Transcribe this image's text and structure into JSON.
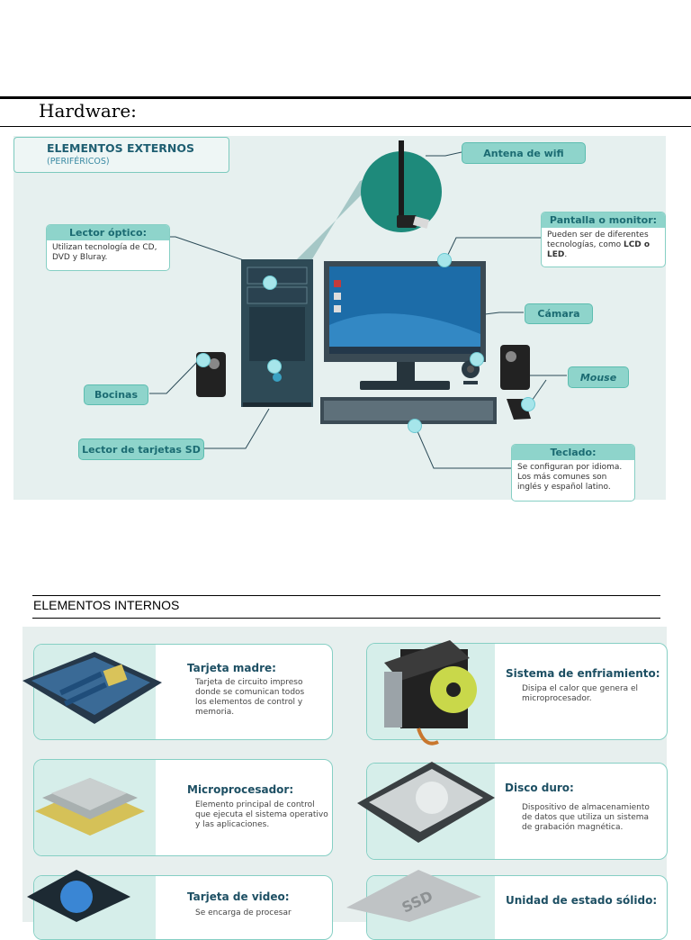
{
  "header": {
    "title": "Hardware:"
  },
  "external": {
    "title": "ELEMENTOS EXTERNOS",
    "subtitle": "(PERIFÉRICOS)",
    "labels": {
      "antena": "Antena de wifi",
      "lector_optico_title": "Lector óptico:",
      "lector_optico_desc": "Utilizan tecnología de CD, DVD y Bluray.",
      "pantalla_title": "Pantalla o monitor:",
      "pantalla_desc_1": "Pueden ser de diferentes tecnologías, como ",
      "pantalla_desc_bold_1": "LCD o LED",
      "pantalla_desc_2": ".",
      "camara": "Cámara",
      "bocinas": "Bocinas",
      "mouse": "Mouse",
      "lector_sd": "Lector de tarjetas SD",
      "teclado_title": "Teclado:",
      "teclado_desc": "Se configuran por idioma. Los más comunes son inglés y español latino."
    }
  },
  "internal": {
    "title": "ELEMENTOS INTERNOS",
    "cards": [
      {
        "title": "Tarjeta madre:",
        "desc": "Tarjeta de circuito impreso donde se comunican todos los elementos de control y memoria."
      },
      {
        "title": "Sistema de enfriamiento:",
        "desc": "Disipa el calor que genera el microprocesador."
      },
      {
        "title": "Microprocesador:",
        "desc": "Elemento principal de control que ejecuta el sistema operativo y las aplicaciones."
      },
      {
        "title": "Disco duro:",
        "desc": "Dispositivo de almacenamiento de datos que utiliza un sistema de grabación magnética."
      },
      {
        "title": "Tarjeta de video:",
        "desc": "Se encarga de procesar"
      },
      {
        "title": "Unidad de estado sólido:",
        "desc": ""
      }
    ],
    "ssd_label": "SSD"
  },
  "colors": {
    "teal_fill": "#8ed4cb",
    "teal_border": "#5dbdb0",
    "panel_bg": "#e6f0ef",
    "heading": "#1d4f63"
  }
}
